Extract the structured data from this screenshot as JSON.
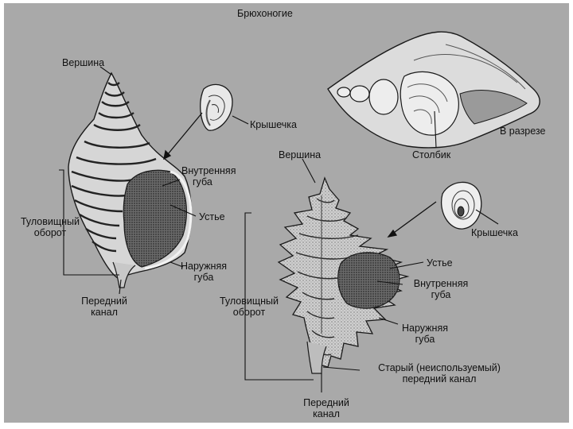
{
  "title": "Брюхоногие",
  "colors": {
    "background": "#a9a9a9",
    "shell_light": "#dcdcdc",
    "shell_mid": "#bdbdbd",
    "shell_dark": "#3a3a3a",
    "line": "#1a1a1a"
  },
  "left_shell": {
    "apex": "Вершина",
    "operculum": "Крышечка",
    "inner_lip": [
      "Внутренняя",
      "губа"
    ],
    "aperture": "Устье",
    "body_whorl": [
      "Туловищный",
      "оборот"
    ],
    "outer_lip": [
      "Наружняя",
      "губа"
    ],
    "anterior_canal": [
      "Передний",
      "канал"
    ]
  },
  "section_shell": {
    "in_section": "В разрезе",
    "columella": "Столбик"
  },
  "right_shell": {
    "apex": "Вершина",
    "operculum": "Крышечка",
    "aperture": "Устье",
    "inner_lip": [
      "Внутренняя",
      "губа"
    ],
    "body_whorl": [
      "Туловищный",
      "оборот"
    ],
    "outer_lip": [
      "Наружняя",
      "губа"
    ],
    "old_canal": [
      "Старый (неиспользуемый)",
      "передний канал"
    ],
    "anterior_canal": [
      "Передний",
      "канал"
    ]
  }
}
